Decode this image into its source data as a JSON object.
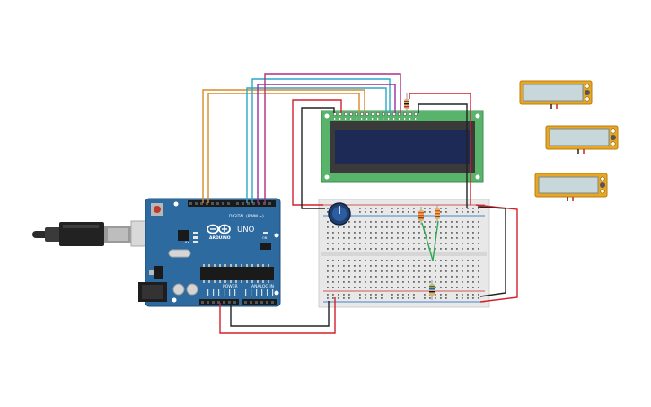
{
  "arduino": {
    "brand": "ARDUINO",
    "model": "UNO",
    "digital_label": "DIGITAL (PWM ~)",
    "power_label": "POWER",
    "analog_label": "ANALOG IN",
    "tx_label": "TX",
    "rx_label": "RX",
    "l_label": "L",
    "on_label": "ON"
  },
  "colors": {
    "board": "#2c6aa0",
    "lcd_pcb": "#59b46b",
    "lcd_screen": "#1c2a55",
    "breadboard": "#e8e8e8",
    "wire_red": "#d3202a",
    "wire_black": "#222222",
    "wire_orange": "#d9892a",
    "wire_teal": "#2aa8c9",
    "wire_purple": "#9b2f9f",
    "wire_magenta": "#b0307e",
    "wire_green": "#2fa84f",
    "meter_frame": "#e8a723"
  },
  "components": [
    {
      "icon": "usb-cable-icon"
    },
    {
      "icon": "arduino-uno-icon"
    },
    {
      "icon": "lcd-16x2-icon"
    },
    {
      "icon": "breadboard-icon"
    },
    {
      "icon": "potentiometer-icon"
    },
    {
      "icon": "resistor-icon"
    },
    {
      "icon": "multimeter-icon"
    }
  ]
}
